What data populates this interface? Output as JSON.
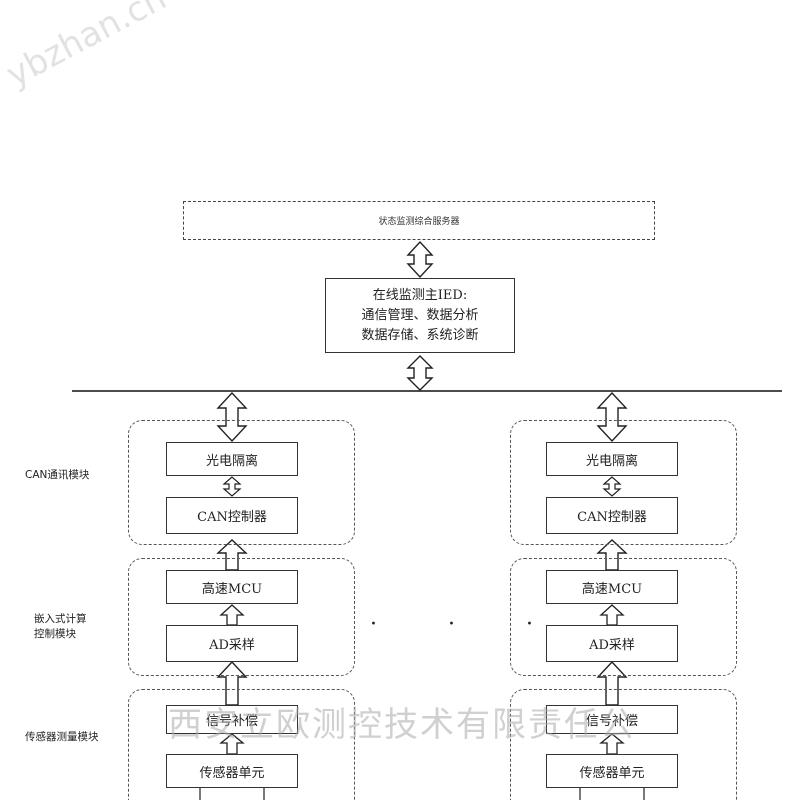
{
  "server": {
    "label": "状态监测综合服务器"
  },
  "ied": {
    "lines": [
      "在线监测主IED:",
      "通信管理、数据分析",
      "数据存储、系统诊断"
    ]
  },
  "modules": {
    "can": "CAN通讯模块",
    "compute": [
      "嵌入式计算",
      "控制模块"
    ],
    "sensor": "传感器测量模块"
  },
  "columns": [
    {
      "optic": "光电隔离",
      "can_ctrl": "CAN控制器",
      "mcu": "高速MCU",
      "ad": "AD采样",
      "signal": "信号补偿",
      "sensor": "传感器单元"
    },
    {
      "optic": "光电隔离",
      "can_ctrl": "CAN控制器",
      "mcu": "高速MCU",
      "ad": "AD采样",
      "signal": "信号补偿",
      "sensor": "传感器单元"
    }
  ],
  "ellipsis": "· · ·",
  "watermark": {
    "site": "ybzhan.cn",
    "company": "西安立欧测控技术有限责任公"
  }
}
